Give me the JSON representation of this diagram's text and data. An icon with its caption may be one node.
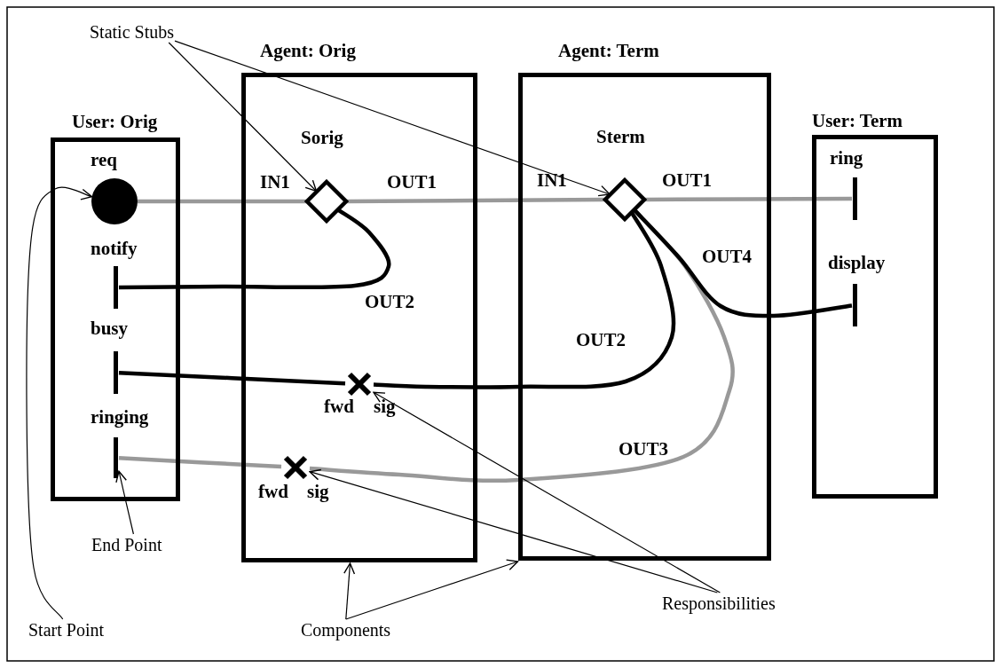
{
  "diagram": {
    "nodes": [
      {
        "text": [
          "User: Orig"
        ]
      },
      {
        "text": [
          "Agent: Orig"
        ]
      },
      {
        "text": [
          "Agent: Term"
        ]
      },
      {
        "text": [
          "User: Term"
        ]
      },
      {
        "text": [
          "req"
        ],
        "in": 0
      },
      {
        "text": [
          "notify"
        ],
        "in": 0
      },
      {
        "text": [
          "busy"
        ],
        "in": 0
      },
      {
        "text": [
          "ringing"
        ],
        "in": 0
      },
      {
        "text": [
          "Sorig"
        ],
        "in": 1
      },
      {
        "text": [
          "Sterm"
        ],
        "in": 2
      },
      {
        "text": [
          "ring"
        ],
        "in": 3
      },
      {
        "text": [
          "display"
        ],
        "in": 3
      },
      {
        "text": [
          "fwd",
          "sig"
        ],
        "in": 1
      },
      {
        "text": [
          "fwd",
          "sig"
        ],
        "in": 1
      },
      {
        "text": [
          "Static Stubs"
        ]
      },
      {
        "text": [
          "Start Point"
        ]
      },
      {
        "text": [
          "End Point"
        ]
      },
      {
        "text": [
          "Components"
        ]
      },
      {
        "text": [
          "Responsibilities"
        ]
      }
    ],
    "edges": [
      {
        "from": 4,
        "to": 8,
        "arrow": "none",
        "color": "#999999"
      },
      {
        "from": 8,
        "to": 9,
        "arrow": "none",
        "color": "#999999"
      },
      {
        "from": 9,
        "to": 10,
        "arrow": "none",
        "color": "#999999"
      },
      {
        "from": 8,
        "to": 5,
        "arrow": "none"
      },
      {
        "from": 9,
        "to": 12,
        "arrow": "none"
      },
      {
        "from": 12,
        "to": 6,
        "arrow": "none"
      },
      {
        "from": 9,
        "to": 13,
        "arrow": "none",
        "color": "#999999"
      },
      {
        "from": 13,
        "to": 7,
        "arrow": "none",
        "color": "#999999"
      },
      {
        "from": 9,
        "to": 11,
        "arrow": "none"
      },
      {
        "from": 14,
        "to": 8,
        "arrow": "to"
      },
      {
        "from": 14,
        "to": 9,
        "arrow": "to"
      },
      {
        "from": 15,
        "to": 4,
        "arrow": "to"
      },
      {
        "from": 16,
        "to": 7,
        "arrow": "to"
      },
      {
        "from": 17,
        "to": 1,
        "arrow": "to"
      },
      {
        "from": 17,
        "to": 2,
        "arrow": "to"
      },
      {
        "from": 18,
        "to": 12,
        "arrow": "to"
      },
      {
        "from": 18,
        "to": 13,
        "arrow": "to"
      }
    ],
    "labels": [
      "IN1",
      "OUT1",
      "IN1",
      "OUT1",
      "OUT4",
      "OUT2",
      "OUT2",
      "OUT3"
    ]
  }
}
